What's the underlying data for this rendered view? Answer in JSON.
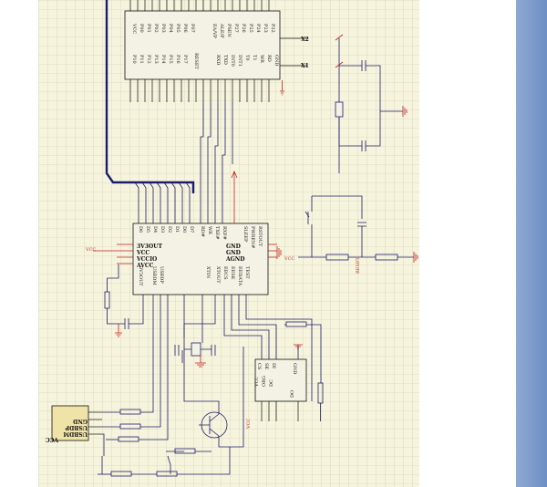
{
  "colors": {
    "sheet_bg": "#f6f4dc",
    "grid": "#c9c7b6",
    "wire": "#1c1c6e",
    "bus": "#1c1c6e",
    "chip_fill": "#f3f2e4",
    "pin_red": "#c02020",
    "ground": "#c02020",
    "sidebar": "#6d8fc4"
  },
  "mcu": {
    "top_pins_right": [
      "EA/VP",
      "ALE/P",
      "PSEN",
      "P27",
      "P26",
      "P25",
      "P24",
      "P23",
      "P22",
      "P21",
      "P20"
    ],
    "top_pins_left": [
      "VCC",
      "P00",
      "P01",
      "P02",
      "P03",
      "P04",
      "P05",
      "P06",
      "P07"
    ],
    "bottom_pins_left": [
      "P10",
      "P11",
      "P12",
      "P13",
      "P14",
      "P15",
      "P16",
      "P17",
      "RESET"
    ],
    "bottom_pins_right": [
      "RXD",
      "TXD",
      "INT0",
      "INT1",
      "T0",
      "T1",
      "WR",
      "RD",
      "X2",
      "X1",
      "GND"
    ]
  },
  "usb_chip": {
    "data_pins": [
      "D6",
      "D5",
      "D4",
      "D3",
      "D2",
      "D1",
      "D0",
      "D7"
    ],
    "ctrl_pins": [
      "RD#",
      "WR",
      "TXE#",
      "RXF#"
    ],
    "right_pins": [
      "SLEEP",
      "PWREN#",
      "RSTOUT"
    ],
    "right_gnd": [
      "GND",
      "GND",
      "AGND"
    ],
    "left_top": [
      "3V3OUT",
      "VCC",
      "VCCIO",
      "AVCC"
    ],
    "left_bottom": [
      "3V3OUT",
      "USBDM",
      "USBDP"
    ],
    "bottom": [
      "XTIN",
      "XTOUT",
      "EECS",
      "EESK",
      "EEDATA",
      "TEST"
    ]
  },
  "eeprom_chip": {
    "left_pins": [
      "VCC",
      "ORG",
      "DC"
    ],
    "left_top": [
      "CS",
      "SK",
      "DI"
    ],
    "right_pins": [
      "GND",
      "DO"
    ]
  },
  "labels": {
    "vcc": "VCC",
    "reset": "RESET",
    "gnd": "GND",
    "usb_conn": [
      "VCC",
      "USBDM",
      "USBDP",
      "GND"
    ]
  }
}
